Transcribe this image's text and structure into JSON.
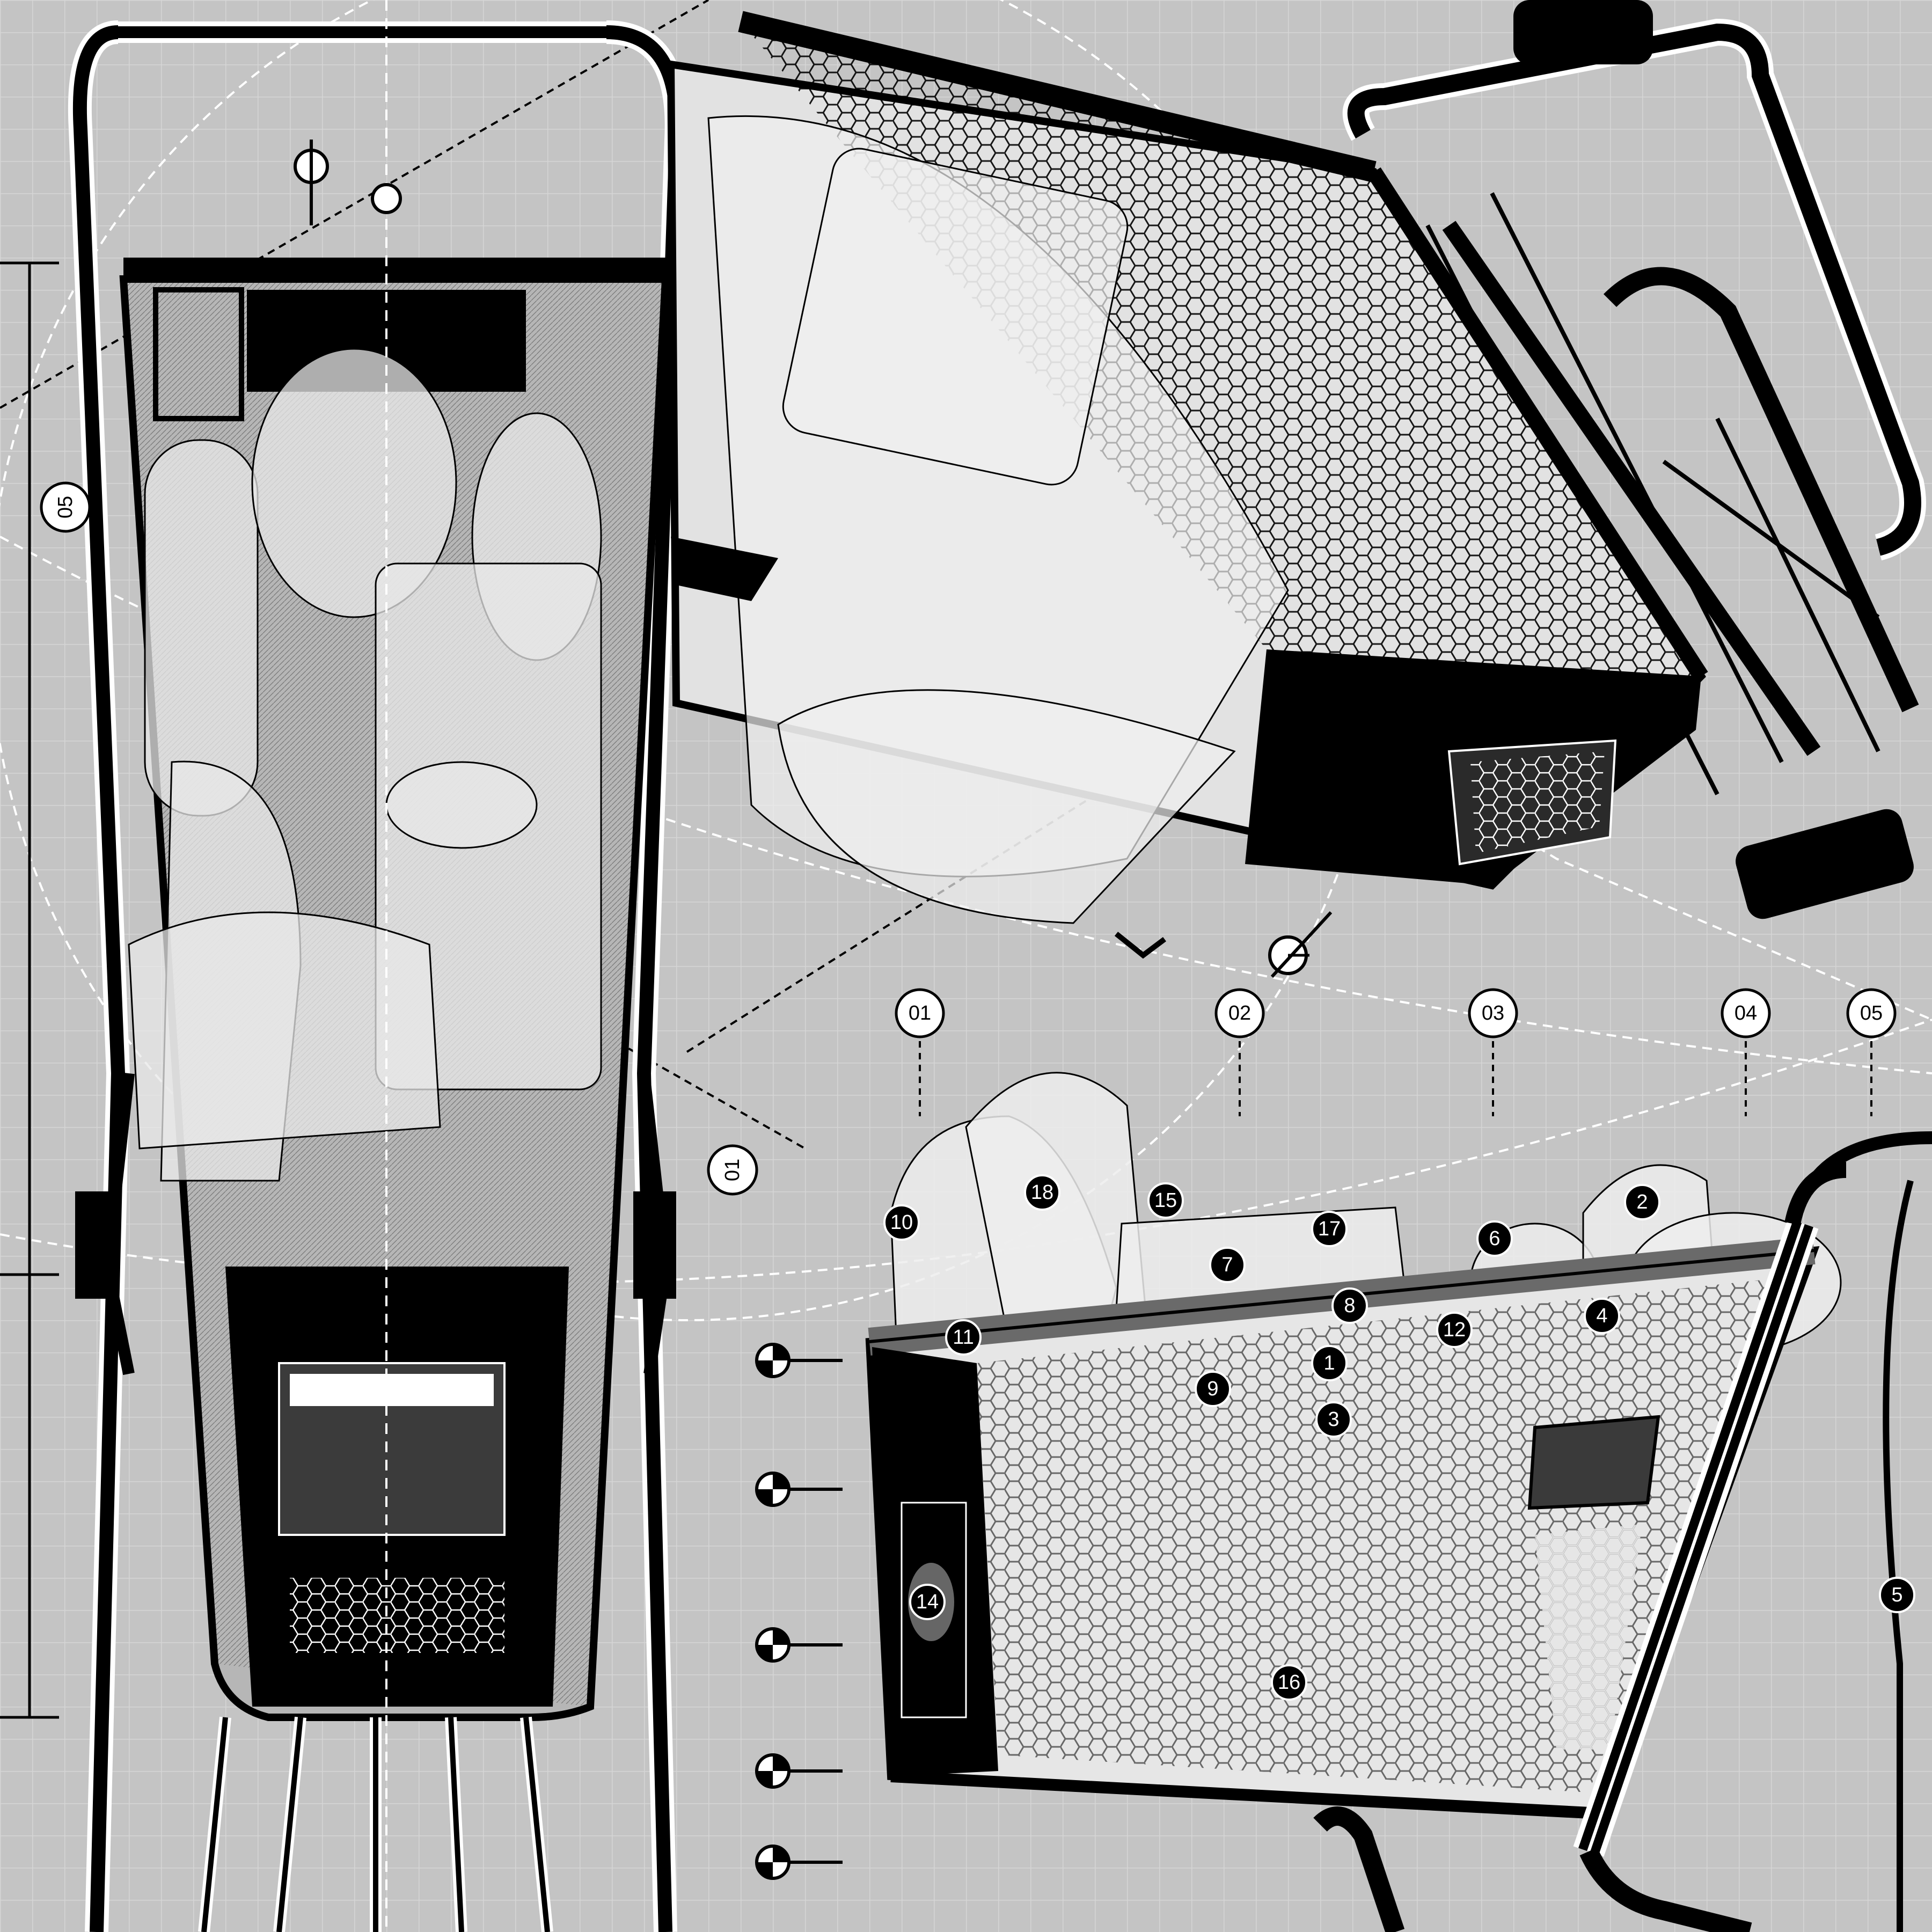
{
  "colors": {
    "background": "#c4c4c4",
    "grid_line": "#d6d6d6",
    "frame_black": "#000000",
    "frame_white": "#ffffff",
    "mesh_fill": "#9a9a9a"
  },
  "axis_labels": [
    "01",
    "02",
    "03",
    "04",
    "05"
  ],
  "side_labels": {
    "left_vertical": "05",
    "diagonal": "01"
  },
  "item_tags": [
    "1",
    "2",
    "3",
    "4",
    "5",
    "6",
    "7",
    "8",
    "9",
    "10",
    "11",
    "12",
    "14",
    "15",
    "16",
    "17",
    "18"
  ],
  "level_markers": 5
}
